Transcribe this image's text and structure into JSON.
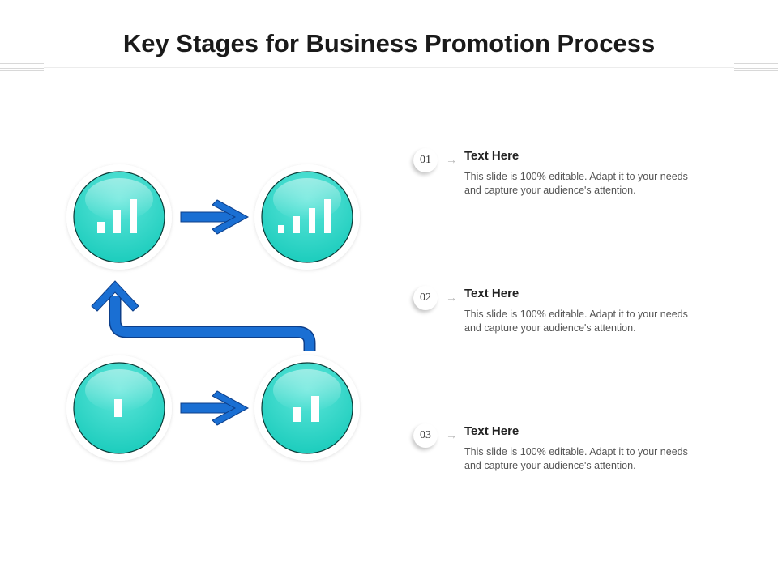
{
  "slide": {
    "title": "Key Stages for Business Promotion Process"
  },
  "stages": [
    {
      "number": "01",
      "title": "Text Here",
      "description": "This slide is 100% editable. Adapt it to your needs and capture your audience's attention."
    },
    {
      "number": "02",
      "title": "Text Here",
      "description": "This slide is 100% editable. Adapt it to your needs and capture your audience's attention."
    },
    {
      "number": "03",
      "title": "Text Here",
      "description": "This slide is 100% editable. Adapt it to your needs and capture your audience's attention."
    }
  ],
  "diagram": {
    "nodes": [
      {
        "icon": "bar-chart-1-icon",
        "bars": 1
      },
      {
        "icon": "bar-chart-2-icon",
        "bars": 2
      },
      {
        "icon": "bar-chart-3-icon",
        "bars": 3
      },
      {
        "icon": "bar-chart-4-icon",
        "bars": 4
      }
    ]
  },
  "colors": {
    "circle_fill": "#1ED2C2",
    "circle_highlight": "#8EF0E7",
    "arrow_blue": "#1A6FD3",
    "arrow_outline": "#0D3F8A"
  }
}
